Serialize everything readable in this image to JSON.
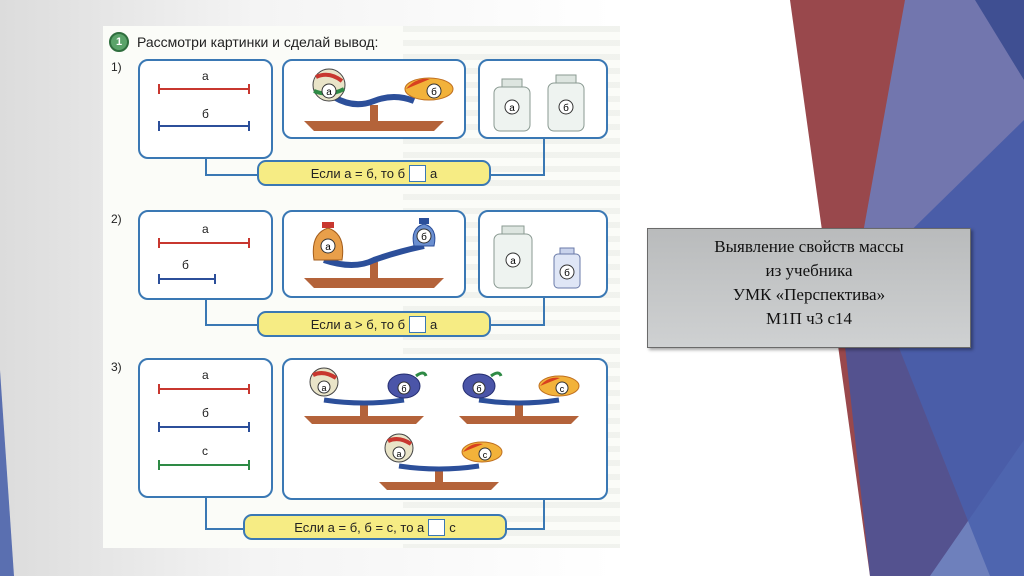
{
  "slide": {
    "caption": {
      "line1": "Выявление свойств массы",
      "line2": "из учебника",
      "line3": "УМК «Перспектива»",
      "line4": "М1П ч3 с14"
    }
  },
  "textbook": {
    "task_number": "1",
    "instruction": "Рассмотри картинки и сделай вывод:",
    "items": [
      {
        "number": "1)",
        "segment_labels": [
          "а",
          "б"
        ],
        "object_labels": [
          "а",
          "б"
        ],
        "jar_labels": [
          "а",
          "б"
        ],
        "conclusion": {
          "before": "Если а = б, то б",
          "after": "а"
        }
      },
      {
        "number": "2)",
        "segment_labels": [
          "а",
          "б"
        ],
        "object_labels": [
          "а",
          "б"
        ],
        "jar_labels": [
          "а",
          "б"
        ],
        "conclusion": {
          "before": "Если а > б, то б",
          "after": "а"
        }
      },
      {
        "number": "3)",
        "segment_labels": [
          "а",
          "б",
          "с"
        ],
        "object_labels": [
          "а",
          "б",
          "б",
          "с",
          "а",
          "с"
        ],
        "conclusion": {
          "before": "Если а = б, б = с, то а",
          "after": "с"
        }
      }
    ]
  },
  "colors": {
    "frame_blue": "#3a78b4",
    "conclusion_yellow": "#f6ec84",
    "segment_red": "#c8372f",
    "segment_blue": "#2c4f9a",
    "segment_green": "#2e8a45",
    "deco_maroon": "#8b2f33",
    "deco_blue": "#5a6fb0"
  }
}
